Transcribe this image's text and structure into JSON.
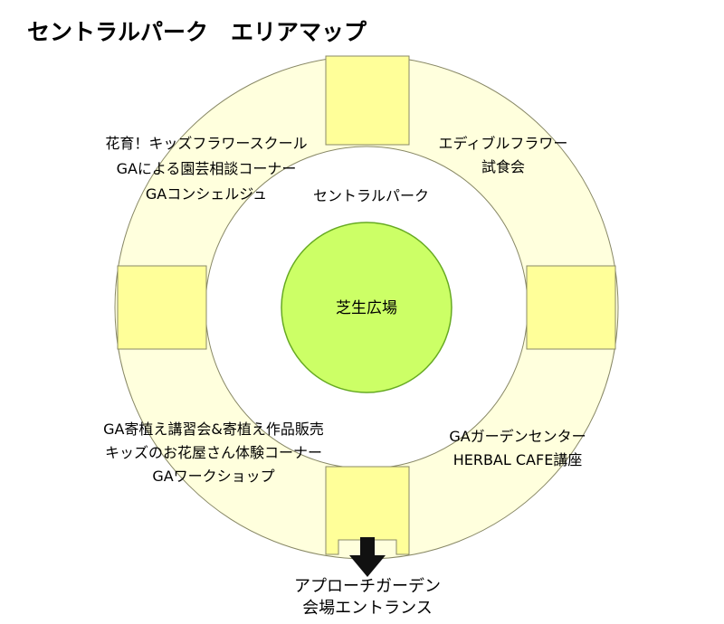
{
  "title": "セントラルパーク　エリアマップ",
  "colors": {
    "ring": "#ffffdd",
    "connector": "#ffff99",
    "lawn": "#ccff66",
    "lawn_stroke": "#66aa22",
    "outline": "#888866",
    "arrow": "#111111"
  },
  "zones": {
    "top_left": {
      "lines": [
        "花育！キッズフラワースクール",
        "GAによる園芸相談コーナー",
        "GAコンシェルジュ"
      ]
    },
    "top_right": {
      "lines": [
        "エディブルフラワー",
        "試食会"
      ]
    },
    "bottom_left": {
      "lines": [
        "GA寄植え講習会&寄植え作品販売",
        "キッズのお花屋さん体験コーナー",
        "GAワークショップ"
      ]
    },
    "bottom_right": {
      "lines": [
        "GAガーデンセンター",
        "HERBAL CAFE講座"
      ]
    }
  },
  "inner_label": "セントラルパーク",
  "center_label": "芝生広場",
  "entrance": {
    "lines": [
      "アプローチガーデン",
      "会場エントランス"
    ]
  }
}
